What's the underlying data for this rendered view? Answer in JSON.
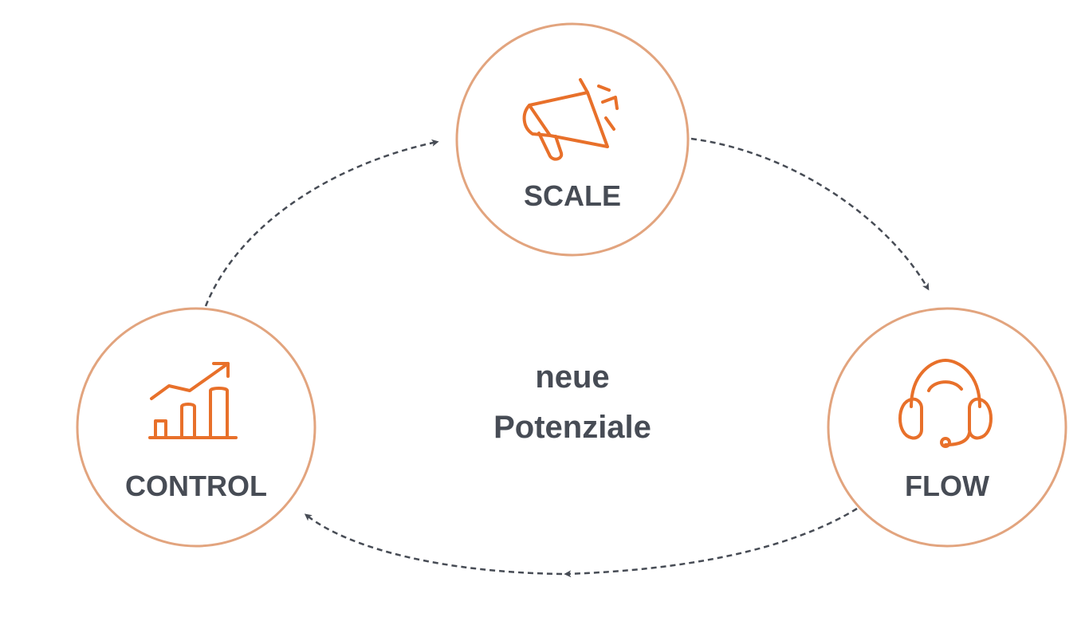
{
  "diagram": {
    "center": {
      "line1": "neue",
      "line2": "Potenziale"
    },
    "nodes": [
      {
        "id": "scale",
        "label": "SCALE",
        "icon": "megaphone-icon"
      },
      {
        "id": "flow",
        "label": "FLOW",
        "icon": "headset-icon"
      },
      {
        "id": "control",
        "label": "CONTROL",
        "icon": "growth-chart-icon"
      }
    ],
    "colors": {
      "accent": "#e8702a",
      "circle_border": "#e2a47e",
      "text": "#474c55",
      "arrow": "#474c55"
    }
  }
}
